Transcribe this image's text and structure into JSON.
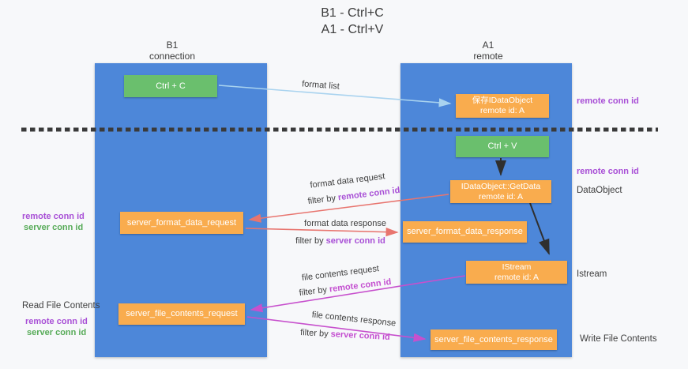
{
  "title": {
    "line1": "B1 - Ctrl+C",
    "line2": "A1 - Ctrl+V"
  },
  "columns": {
    "left": {
      "name": "B1",
      "subtitle": "connection"
    },
    "right": {
      "name": "A1",
      "subtitle": "remote"
    }
  },
  "nodes": {
    "ctrl_c": {
      "label": "Ctrl + C"
    },
    "save_dataobject": {
      "line1": "保存IDataObject",
      "line2": "remote id: A"
    },
    "ctrl_v": {
      "label": "Ctrl + V"
    },
    "getdata": {
      "line1": "IDataObject::GetData",
      "line2": "remote id: A"
    },
    "server_format_data_request": {
      "label": "server_format_data_request"
    },
    "server_format_data_response": {
      "label": "server_format_data_response"
    },
    "istream": {
      "line1": "IStream",
      "line2": "remote id: A"
    },
    "server_file_contents_request": {
      "label": "server_file_contents_request"
    },
    "server_file_contents_response": {
      "label": "server_file_contents_response"
    }
  },
  "edge_labels": {
    "format_list": "format list",
    "format_data_request": "format data request",
    "format_data_response": "format data response",
    "file_contents_request": "file contents request",
    "file_contents_response": "file contents response"
  },
  "filters": {
    "format_request": {
      "prefix": "filter by",
      "highlight": "remote conn id"
    },
    "format_response": {
      "prefix": "filter by",
      "highlight": "server conn id"
    },
    "file_request": {
      "prefix": "filter by",
      "highlight": "remote conn id"
    },
    "file_response": {
      "prefix": "filter by",
      "highlight": "server conn id"
    }
  },
  "left_annotations": {
    "remote_conn_id_format": "remote conn id",
    "server_conn_id_format": "server conn id",
    "read_file_contents": "Read File Contents",
    "remote_conn_id_file": "remote conn id",
    "server_conn_id_file": "server conn id"
  },
  "right_annotations": {
    "remote_conn_id_top": "remote conn id",
    "remote_conn_id_dataobject": "remote conn id",
    "dataobject": "DataObject",
    "istream": "Istream",
    "write_file_contents": "Write File Contents"
  },
  "colors": {
    "lifeline_blue": "#4d87d9",
    "node_orange": "#f9ac4e",
    "node_green": "#6abf6d",
    "arrow_lightblue": "#a9d3ef",
    "arrow_black": "#2f2f2f",
    "arrow_salmon": "#e8756f",
    "arrow_magenta": "#c750cd",
    "text_purple": "#a84fd6",
    "text_magenta": "#c44fd0",
    "text_green": "#57ab58",
    "text_dark": "#3e3e3e",
    "divider_dark": "#3a3a3a",
    "background": "#f7f8fa"
  }
}
